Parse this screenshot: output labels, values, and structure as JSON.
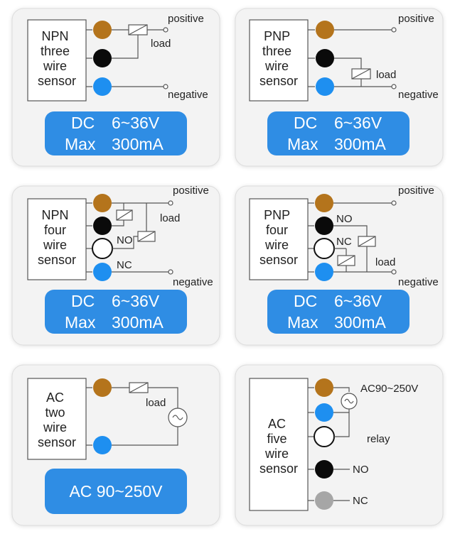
{
  "panels": [
    {
      "id": "npn-three-wire",
      "sensor_lines": [
        "NPN",
        "three",
        "wire",
        "sensor"
      ],
      "labels": {
        "positive": "positive",
        "load": "load",
        "negative": "negative"
      },
      "badge_lines": [
        [
          "DC",
          "6~36V"
        ],
        [
          "Max",
          "300mA"
        ]
      ],
      "wire_colors": [
        "brown",
        "black",
        "blue"
      ]
    },
    {
      "id": "pnp-three-wire",
      "sensor_lines": [
        "PNP",
        "three",
        "wire",
        "sensor"
      ],
      "labels": {
        "positive": "positive",
        "load": "load",
        "negative": "negative"
      },
      "badge_lines": [
        [
          "DC",
          "6~36V"
        ],
        [
          "Max",
          "300mA"
        ]
      ],
      "wire_colors": [
        "brown",
        "black",
        "blue"
      ]
    },
    {
      "id": "npn-four-wire",
      "sensor_lines": [
        "NPN",
        "four",
        "wire",
        "sensor"
      ],
      "labels": {
        "positive": "positive",
        "load": "load",
        "no": "NO",
        "nc": "NC",
        "negative": "negative"
      },
      "badge_lines": [
        [
          "DC",
          "6~36V"
        ],
        [
          "Max",
          "300mA"
        ]
      ],
      "wire_colors": [
        "brown",
        "black",
        "white",
        "blue"
      ]
    },
    {
      "id": "pnp-four-wire",
      "sensor_lines": [
        "PNP",
        "four",
        "wire",
        "sensor"
      ],
      "labels": {
        "positive": "positive",
        "no": "NO",
        "nc": "NC",
        "load": "load",
        "negative": "negative"
      },
      "badge_lines": [
        [
          "DC",
          "6~36V"
        ],
        [
          "Max",
          "300mA"
        ]
      ],
      "wire_colors": [
        "brown",
        "black",
        "white",
        "blue"
      ]
    },
    {
      "id": "ac-two-wire",
      "sensor_lines": [
        "AC",
        "two",
        "wire",
        "sensor"
      ],
      "labels": {
        "load": "load"
      },
      "badge_lines": [
        [
          "AC 90~250V"
        ]
      ],
      "wire_colors": [
        "brown",
        "blue"
      ]
    },
    {
      "id": "ac-five-wire",
      "sensor_lines": [
        "AC",
        "five",
        "wire",
        "sensor"
      ],
      "labels": {
        "supply": "AC90~250V",
        "relay": "relay",
        "no": "NO",
        "nc": "NC"
      },
      "wire_colors": [
        "brown",
        "blue",
        "white",
        "black",
        "gray"
      ]
    }
  ],
  "colors": {
    "brown": "#b4741c",
    "black": "#0a0a0a",
    "blue": "#1e8ff0",
    "white": "#ffffff",
    "gray": "#a6a6a6",
    "badge": "#2f8de4",
    "panel": "#f3f3f3"
  },
  "icons": {
    "relay": "relay-coil-icon",
    "ac_source": "ac-source-icon",
    "terminal": "terminal-icon"
  }
}
